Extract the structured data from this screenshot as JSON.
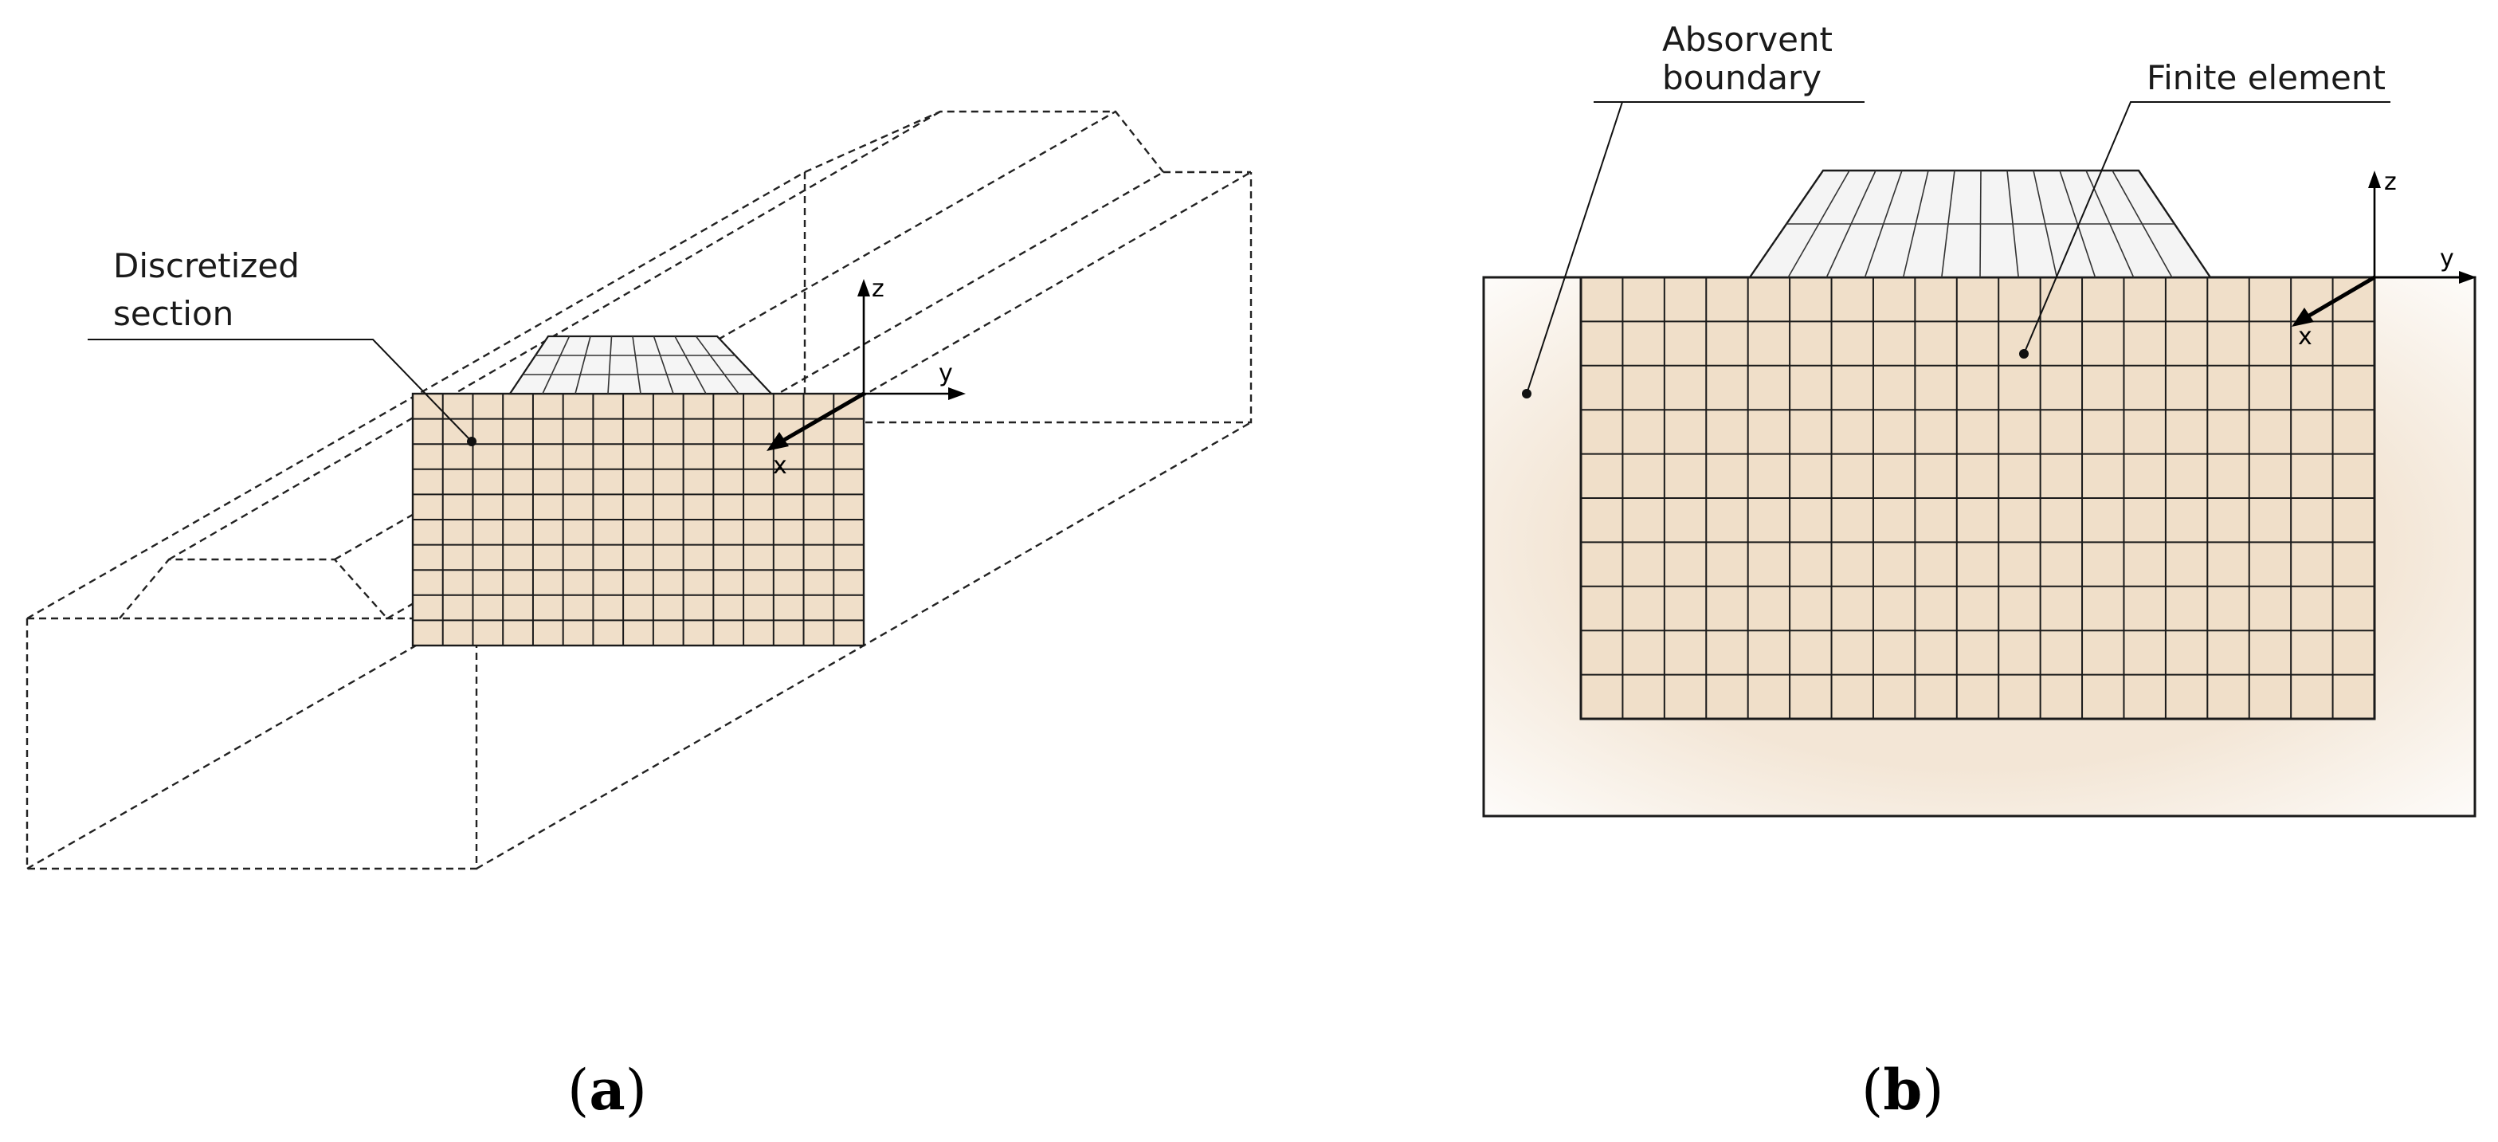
{
  "panel_a": {
    "label": "Discretized section",
    "label_lines": [
      "Discretized",
      "section"
    ],
    "axis_x": "x",
    "axis_y": "y",
    "axis_z": "z",
    "caption_open": "(",
    "caption_letter": "a",
    "caption_close": ")"
  },
  "panel_b": {
    "label_absorbent_lines": [
      "Absorvent",
      "boundary"
    ],
    "label_finite": "Finite element",
    "axis_x": "x",
    "axis_y": "y",
    "axis_z": "z",
    "caption_open": "(",
    "caption_letter": "b",
    "caption_close": ")"
  },
  "colors": {
    "soil_fill": "#f0dfc9",
    "embankment_fill": "#f2f2f2",
    "boundary_glow": "#f3e6d6",
    "line": "#1a1a1a"
  },
  "mesh": {
    "panel_a": {
      "columns": 15,
      "rows": 10,
      "embankment_rows": 3,
      "embankment_columns": 8
    },
    "panel_b": {
      "columns": 19,
      "rows": 10,
      "embankment_rows": 2,
      "embankment_columns": 12
    }
  }
}
